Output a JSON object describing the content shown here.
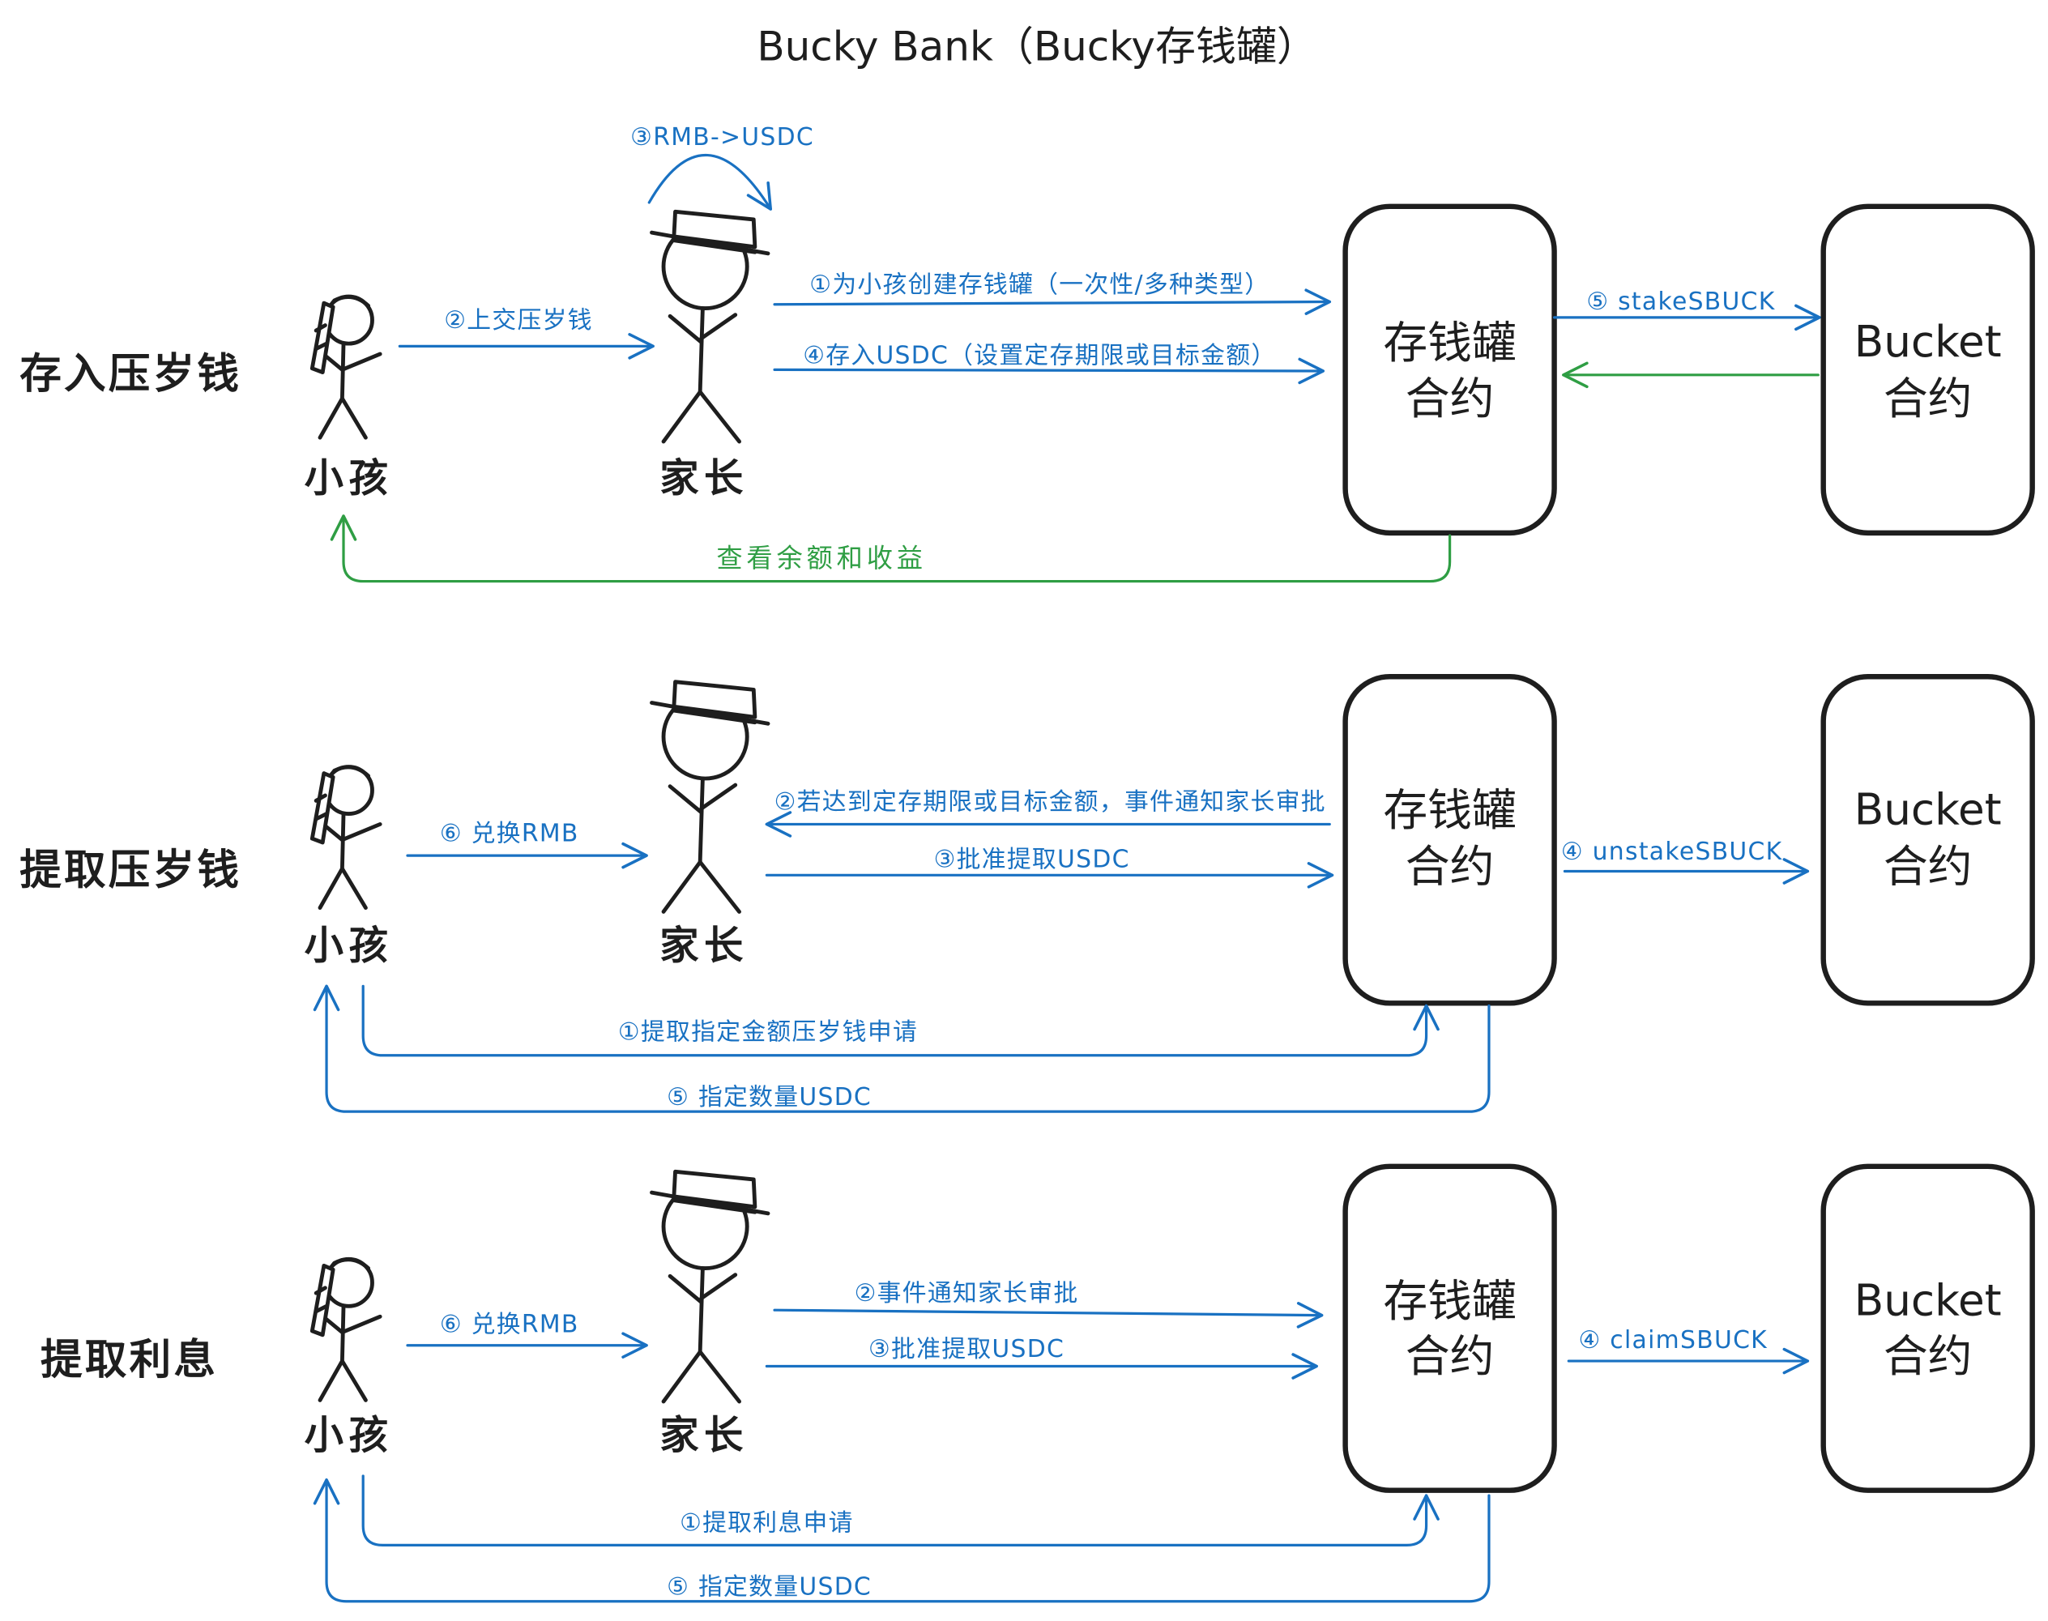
{
  "title": "Bucky Bank（Bucky存钱罐）",
  "colors": {
    "ink": "#1e1e1e",
    "blue": "#1971c2",
    "green": "#2f9e44",
    "background": "#ffffff"
  },
  "actors": {
    "child": "小孩",
    "parent": "家长"
  },
  "contracts": {
    "bank": {
      "line1": "存钱罐",
      "line2": "合约"
    },
    "bucket": {
      "line1": "Bucket",
      "line2": "合约"
    }
  },
  "sections": [
    {
      "label": "存入压岁钱",
      "flows": [
        {
          "label": "③RMB->USDC"
        },
        {
          "label": "②上交压岁钱"
        },
        {
          "label": "①为小孩创建存钱罐（一次性/多种类型）"
        },
        {
          "label": "④存入USDC（设置定存期限或目标金额）"
        },
        {
          "label": "⑤ stakeSBUCK"
        },
        {
          "label": "查看余额和收益"
        }
      ]
    },
    {
      "label": "提取压岁钱",
      "flows": [
        {
          "label": "⑥ 兑换RMB"
        },
        {
          "label": "②若达到定存期限或目标金额，事件通知家长审批"
        },
        {
          "label": "③批准提取USDC"
        },
        {
          "label": "④ unstakeSBUCK"
        },
        {
          "label": "①提取指定金额压岁钱申请"
        },
        {
          "label": "⑤ 指定数量USDC"
        }
      ]
    },
    {
      "label": "提取利息",
      "flows": [
        {
          "label": "⑥ 兑换RMB"
        },
        {
          "label": "②事件通知家长审批"
        },
        {
          "label": "③批准提取USDC"
        },
        {
          "label": "④ claimSBUCK"
        },
        {
          "label": "①提取利息申请"
        },
        {
          "label": "⑤ 指定数量USDC"
        }
      ]
    }
  ]
}
